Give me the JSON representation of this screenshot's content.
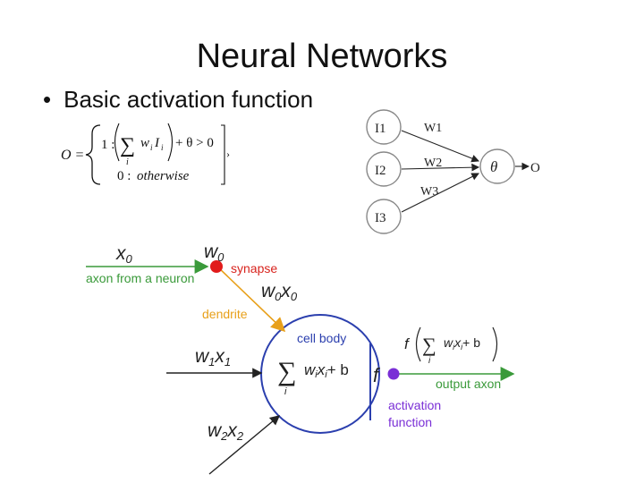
{
  "slide": {
    "title": "Neural Networks",
    "bullet": "Basic activation function"
  },
  "formula": {
    "lhs": "O =",
    "case1_value": "1 :",
    "case1_term": "w",
    "case1_sub_i": "i",
    "case1_input": "I",
    "case1_input_sub": "i",
    "case1_sum_index": "i",
    "case1_rest": "+ θ > 0",
    "case0_value": "0 :",
    "case0_text": "otherwise"
  },
  "perceptron": {
    "inputs": [
      "I1",
      "I2",
      "I3"
    ],
    "weights": [
      "W1",
      "W2",
      "W3"
    ],
    "threshold": "θ",
    "output": "O"
  },
  "neuron": {
    "x0": "x",
    "x0_sub": "0",
    "w0": "w",
    "w0_sub": "0",
    "synapse": "synapse",
    "axon_from": "axon from a neuron",
    "w0x0_w": "w",
    "w0x0_w_sub": "0",
    "w0x0_x": "x",
    "w0x0_x_sub": "0",
    "dendrite": "dendrite",
    "cell_body": "cell body",
    "w1x1_w": "w",
    "w1x1_w_sub": "1",
    "w1x1_x": "x",
    "w1x1_x_sub": "1",
    "w2x2_w": "w",
    "w2x2_w_sub": "2",
    "w2x2_x": "x",
    "w2x2_x_sub": "2",
    "sum_body": "w",
    "sum_body_sub": "i",
    "sum_body_x": "x",
    "sum_body_x_sub": "i",
    "sum_body_rest": "+ b",
    "sum_index": "i",
    "f_label": "f",
    "output_f": "f",
    "output_term_w": "w",
    "output_term_w_sub": "i",
    "output_term_x": "x",
    "output_term_x_sub": "i",
    "output_rest": "+ b",
    "output_index": "i",
    "output_axon": "output axon",
    "activation_line1": "activation",
    "activation_line2": "function",
    "colors": {
      "arrow_green": "#3a9a3a",
      "dendrite_orange": "#e8a01a",
      "synapse_red": "#e11b1b",
      "activation_purple": "#7a2fd6",
      "cell_blue": "#2b3fae",
      "label_red": "#d8231d",
      "label_green": "#3a9a3a",
      "label_orange": "#e8a01a",
      "label_blue": "#2b3fae",
      "label_purple": "#7a2fd6"
    }
  }
}
